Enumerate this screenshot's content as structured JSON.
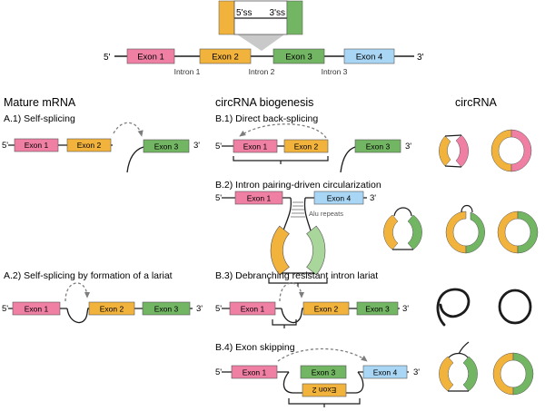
{
  "colors": {
    "exon1": "#f07fa4",
    "exon2": "#f2b33c",
    "exon3": "#72b562",
    "exon4": "#a9d6f5",
    "line": "#1c1c1c",
    "arrow": "#7d7d7d",
    "zoom": "#c9c9c9"
  },
  "top": {
    "ss5": "5'ss",
    "ss3": "3'ss",
    "prime5": "5'",
    "prime3": "3'",
    "exons": [
      "Exon 1",
      "Exon 2",
      "Exon 3",
      "Exon 4"
    ],
    "introns": [
      "Intron 1",
      "Intron 2",
      "Intron 3"
    ]
  },
  "headers": {
    "mature": "Mature mRNA",
    "biogenesis": "circRNA biogenesis",
    "circ": "circRNA"
  },
  "sections": {
    "a1": "A.1) Self-splicing",
    "a2": "A.2) Self-splicing by formation of a lariat",
    "b1": "B.1) Direct back-splicing",
    "b2": "B.2) Intron pairing-driven circularization",
    "b3": "B.3) Debranching resistant intron lariat",
    "b4": "B.4) Exon skipping"
  },
  "labels": {
    "p5": "5'",
    "p3": "3'",
    "exon1": "Exon 1",
    "exon2": "Exon 2",
    "exon3": "Exon 3",
    "exon4": "Exon 4",
    "alu": "Alu repeats"
  }
}
